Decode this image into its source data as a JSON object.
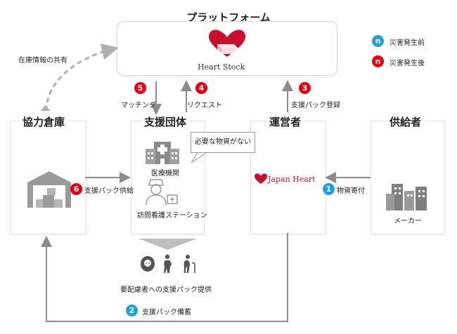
{
  "platform": {
    "title": "プラットフォーム",
    "logo_text": "Heart Stock"
  },
  "legend": [
    {
      "marker": "n",
      "label": "災害発生前",
      "color": "#1ea0e3"
    },
    {
      "marker": "n",
      "label": "災害発生後",
      "color": "#e60012"
    }
  ],
  "columns": {
    "warehouse": {
      "title": "協力倉庫"
    },
    "support": {
      "title": "支援団体",
      "item1": "医療機関",
      "item2": "訪問看護ステーション"
    },
    "operator": {
      "title": "運営者",
      "logo_text": "Japan Heart"
    },
    "supplier": {
      "title": "供給者",
      "item": "メーカー"
    }
  },
  "bubble": "必要な物資がない",
  "inventory_share": "在庫情報の共有",
  "steps": [
    {
      "n": "1",
      "label": "物資寄付",
      "color": "blue"
    },
    {
      "n": "2",
      "label": "支援パック備蓄",
      "color": "blue"
    },
    {
      "n": "3",
      "label": "支援パック登録",
      "color": "red"
    },
    {
      "n": "4",
      "label": "リクエスト",
      "color": "red"
    },
    {
      "n": "5",
      "label": "マッチング",
      "color": "red"
    },
    {
      "n": "6",
      "label": "支援パック供給",
      "color": "red"
    }
  ],
  "beneficiary": "要配慮者への支援パック提供"
}
